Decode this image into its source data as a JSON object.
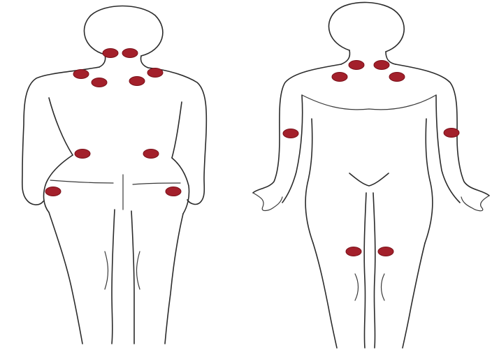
{
  "figure": {
    "views": [
      {
        "name": "back-view"
      },
      {
        "name": "front-view"
      }
    ],
    "colors": {
      "background": "#ffffff",
      "outline": "#2b2b2b",
      "tender_point": "#a3202b",
      "tender_point_edge": "#7a1019"
    },
    "tender_points": {
      "back": 10,
      "front": 8
    }
  }
}
